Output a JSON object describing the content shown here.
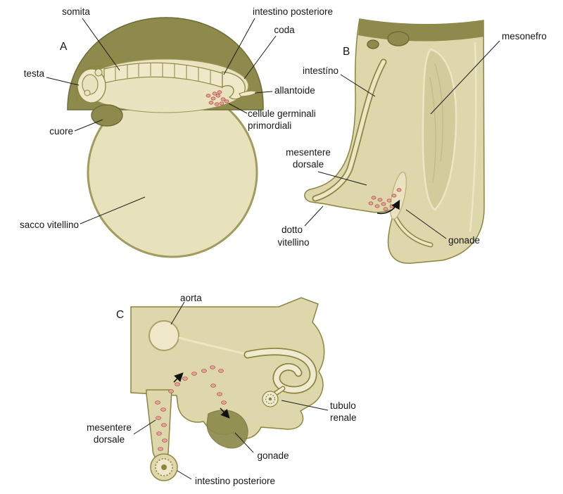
{
  "panels": {
    "A": {
      "letter": "A",
      "labels": {
        "somita": "somita",
        "intestino_posteriore": "intestino posteriore",
        "coda": "coda",
        "testa": "testa",
        "allantoide": "allantoide",
        "cellule_germinali_line1": "cellule germinali",
        "cellule_germinali_line2": "primordiali",
        "cuore": "cuore",
        "sacco_vitellino": "sacco vitellino"
      }
    },
    "B": {
      "letter": "B",
      "labels": {
        "mesonefro": "mesonefro",
        "intestino": "intestíno",
        "mesentere_line1": "mesentere",
        "mesentere_line2": "dorsale",
        "dotto_line1": "dotto",
        "dotto_line2": "vitellino",
        "gonade": "gonade"
      }
    },
    "C": {
      "letter": "C",
      "labels": {
        "aorta": "aorta",
        "tubulo_line1": "tubulo",
        "tubulo_line2": "renale",
        "mesentere_line1": "mesentere",
        "mesentere_line2": "dorsale",
        "gonade": "gonade",
        "intestino_posteriore": "intestino posteriore"
      }
    }
  },
  "colors": {
    "dark_olive": "#8d8a4c",
    "beige": "#ddd7ab",
    "light_cream": "#ece6c6",
    "outline_olive": "#8a8640",
    "germ_cell_fill": "#e7a29a",
    "germ_cell_stroke": "#b15a4f",
    "label_text": "#161616",
    "background": "#ffffff"
  }
}
